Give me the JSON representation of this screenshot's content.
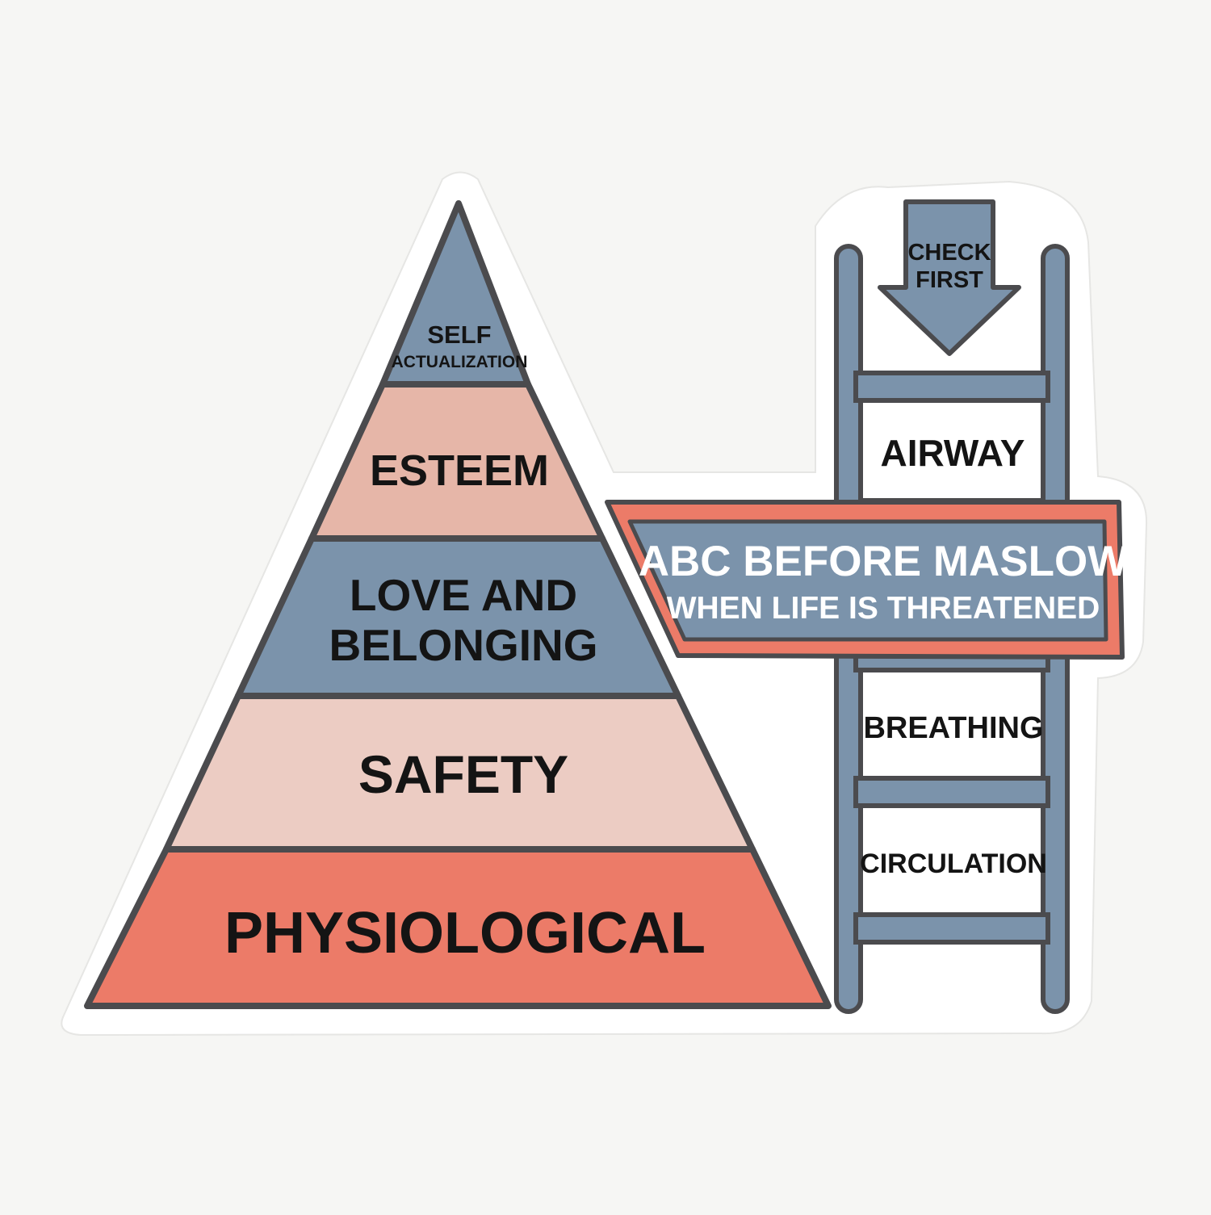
{
  "colors": {
    "background": "#f6f6f4",
    "sticker": "#ffffff",
    "outline": "#4b4b4e",
    "blue": "#7b93ab",
    "pink": "#e6b6a8",
    "light_pink": "#ecccc3",
    "coral": "#ec7b68",
    "ladder_rail": "#7b93ab",
    "ink": "#141414",
    "banner_text": "#ffffff"
  },
  "pyramid": {
    "levels": [
      {
        "id": "self-actualization",
        "lines": [
          "SELF",
          "ACTUALIZATION"
        ],
        "color": "#7b93ab"
      },
      {
        "id": "esteem",
        "lines": [
          "ESTEEM"
        ],
        "color": "#e6b6a8"
      },
      {
        "id": "love-and-belonging",
        "lines": [
          "LOVE AND",
          "BELONGING"
        ],
        "color": "#7b93ab"
      },
      {
        "id": "safety",
        "lines": [
          "SAFETY"
        ],
        "color": "#ecccc3"
      },
      {
        "id": "physiological",
        "lines": [
          "PHYSIOLOGICAL"
        ],
        "color": "#ec7b68"
      }
    ]
  },
  "ladder": {
    "arrow_icon": "down-arrow-icon",
    "arrow_label": [
      "CHECK",
      "FIRST"
    ],
    "steps": [
      "AIRWAY",
      "BREATHING",
      "CIRCULATION"
    ]
  },
  "banner": {
    "line1": "ABC BEFORE MASLOW",
    "line2": "WHEN LIFE IS THREATENED"
  }
}
